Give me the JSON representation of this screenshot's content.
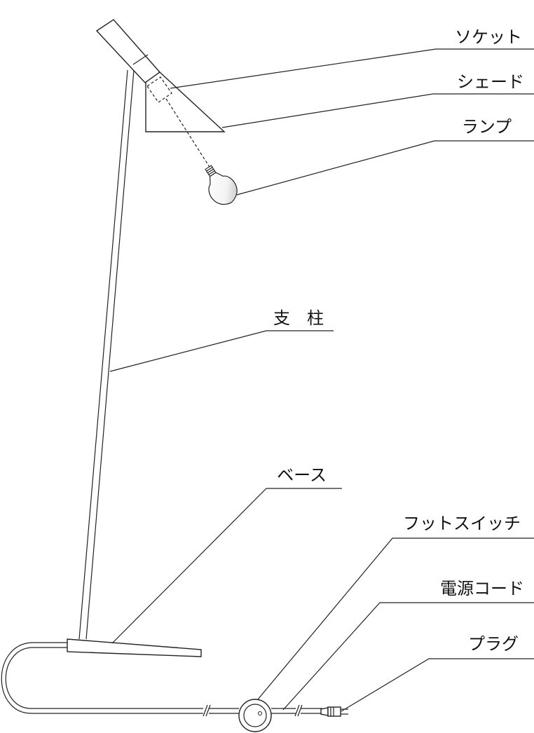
{
  "labels": {
    "socket": "ソケット",
    "shade": "シェード",
    "lamp": "ランプ",
    "pole": "支　柱",
    "base": "ベース",
    "foot_switch": "フットスイッチ",
    "power_cord": "電源コード",
    "plug": "プラグ"
  },
  "colors": {
    "line": "#222222",
    "background": "#ffffff",
    "bulb_shade": "#bbbbbb"
  }
}
